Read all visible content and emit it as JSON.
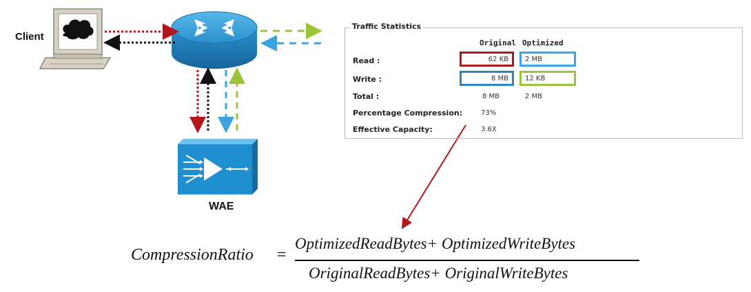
{
  "diagram": {
    "client_label": "Client",
    "wae_label": "WAE"
  },
  "stats": {
    "title": "Traffic Statistics",
    "col_original": "Original",
    "col_optimized": "Optimized",
    "rows": [
      {
        "label": "Read :",
        "original": "62 KB",
        "optimized": "2 MB"
      },
      {
        "label": "Write :",
        "original": "8 MB",
        "optimized": "12 KB"
      },
      {
        "label": "Total :",
        "original": "8 MB",
        "optimized": "2 MB"
      }
    ],
    "compression_label": "Percentage Compression:",
    "compression_value": "73%",
    "capacity_label": "Effective Capacity:",
    "capacity_value": "3.6X"
  },
  "formula": {
    "lhs": "CompressionRatio",
    "eq": "=",
    "numerator": "OptimizedReadBytes+ OptimizedWriteBytes",
    "denominator": "OriginalReadBytes+ OriginalWriteBytes"
  },
  "colors": {
    "red": "#b3151c",
    "black": "#111111",
    "blue": "#3aa3e0",
    "green": "#9cc43a",
    "router": "#2e95cf",
    "wae": "#1f8fd0"
  }
}
